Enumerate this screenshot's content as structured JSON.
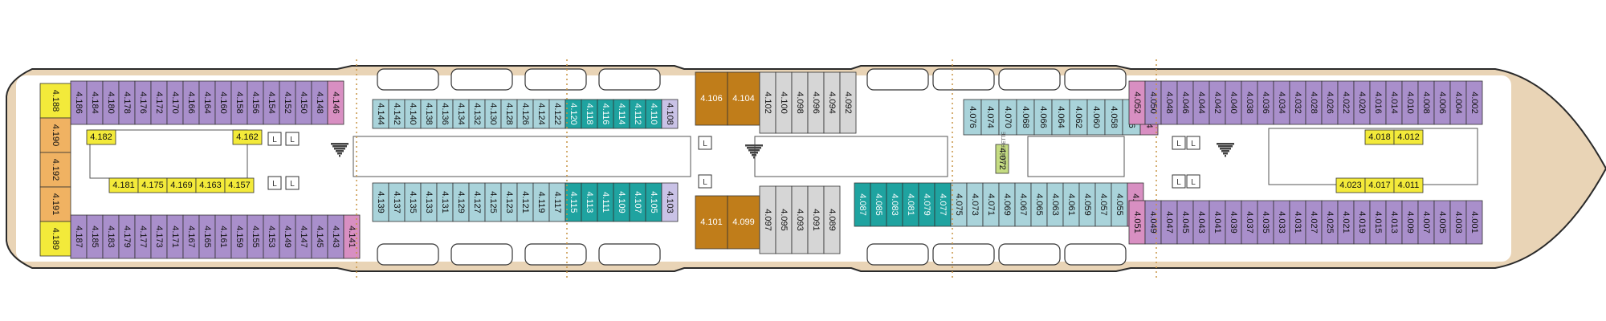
{
  "colors": {
    "background": "#ffffff",
    "hull_wood": "#e9d4b6",
    "hull_outline": "#2a2a2a",
    "deck_floor": "#ffffff",
    "cabin_purple": "#a98fcb",
    "cabin_lightblue": "#a9d3da",
    "cabin_teal": "#1fa3a0",
    "cabin_yellow": "#f3ea3a",
    "cabin_orange_suite": "#f0b262",
    "cabin_brown_suite": "#c07d1a",
    "cabin_pink": "#d88fc2",
    "cabin_grey": "#d6d6d6",
    "cabin_lavender": "#c9c2e6",
    "cabin_green": "#c5dc82",
    "stair_fill": "#444444",
    "dot_orange": "#c79343"
  },
  "icons": {
    "star_marker": "asterisk-icon",
    "wheelchair": "wheelchair-icon",
    "triangle": "triangle-icon",
    "plus": "plus-icon",
    "lift": "lift-icon",
    "stairs": "stairs-icon",
    "lifeboat": "lifeboat-icon"
  },
  "labels": {
    "launderette": "LAUNDERETTE"
  },
  "sections": {
    "aft": {
      "top_row": [
        "4.186",
        "4.184",
        "4.180",
        "4.178",
        "4.176",
        "4.172",
        "4.170",
        "4.166",
        "4.164",
        "4.160",
        "4.158",
        "4.156",
        "4.154",
        "4.152",
        "4.150",
        "4.148",
        "4.146"
      ],
      "bottom_row": [
        "4.187",
        "4.185",
        "4.183",
        "4.179",
        "4.177",
        "4.173",
        "4.171",
        "4.167",
        "4.165",
        "4.161",
        "4.159",
        "4.155",
        "4.153",
        "4.149",
        "4.147",
        "4.145",
        "4.143",
        "4.141"
      ],
      "stern_suites": [
        "4.188",
        "4.190",
        "4.192",
        "4.191",
        "4.189"
      ],
      "inner_top": [
        "4.182",
        "4.162"
      ],
      "inner_bottom": [
        "4.181",
        "4.175",
        "4.169",
        "4.163",
        "4.157"
      ]
    },
    "mid_aft": {
      "top_row": [
        "4.144",
        "4.142",
        "4.140",
        "4.138",
        "4.136",
        "4.134",
        "4.132",
        "4.130",
        "4.128",
        "4.126",
        "4.124",
        "4.122",
        "4.120",
        "4.118",
        "4.116",
        "4.114",
        "4.112",
        "4.110",
        "4.108"
      ],
      "bottom_row": [
        "4.139",
        "4.137",
        "4.135",
        "4.133",
        "4.131",
        "4.129",
        "4.127",
        "4.125",
        "4.123",
        "4.121",
        "4.119",
        "4.117",
        "4.115",
        "4.113",
        "4.111",
        "4.109",
        "4.107",
        "4.105",
        "4.103"
      ]
    },
    "center": {
      "top_suites": [
        "4.106",
        "4.104"
      ],
      "top_row": [
        "4.102",
        "4.100",
        "4.098",
        "4.096",
        "4.094",
        "4.092"
      ],
      "bottom_suites": [
        "4.101",
        "4.099"
      ],
      "bottom_row": [
        "4.097",
        "4.095",
        "4.093",
        "4.091",
        "4.089"
      ]
    },
    "mid_fwd": {
      "top_row": [
        "4.076",
        "4.074",
        "4.070",
        "4.068",
        "4.066",
        "4.064",
        "4.062",
        "4.060",
        "4.058",
        "4.056",
        "4.054"
      ],
      "bottom_row": [
        "4.087",
        "4.085",
        "4.083",
        "4.081",
        "4.079",
        "4.077",
        "4.075",
        "4.073",
        "4.071",
        "4.069",
        "4.067",
        "4.065",
        "4.063",
        "4.061",
        "4.059",
        "4.057",
        "4.055",
        "4.053"
      ],
      "special": [
        "4.072"
      ]
    },
    "forward": {
      "top_row": [
        "4.052",
        "4.050",
        "4.048",
        "4.046",
        "4.044",
        "4.042",
        "4.040",
        "4.038",
        "4.036",
        "4.034",
        "4.032",
        "4.028",
        "4.026",
        "4.022",
        "4.020",
        "4.016",
        "4.014",
        "4.010",
        "4.008",
        "4.006",
        "4.004",
        "4.002"
      ],
      "bottom_row": [
        "4.051",
        "4.049",
        "4.047",
        "4.045",
        "4.043",
        "4.041",
        "4.039",
        "4.037",
        "4.035",
        "4.033",
        "4.031",
        "4.027",
        "4.025",
        "4.021",
        "4.019",
        "4.015",
        "4.013",
        "4.009",
        "4.007",
        "4.005",
        "4.003",
        "4.001"
      ],
      "inner_top": [
        "4.018",
        "4.012"
      ],
      "inner_bottom": [
        "4.023",
        "4.017",
        "4.011"
      ]
    }
  }
}
